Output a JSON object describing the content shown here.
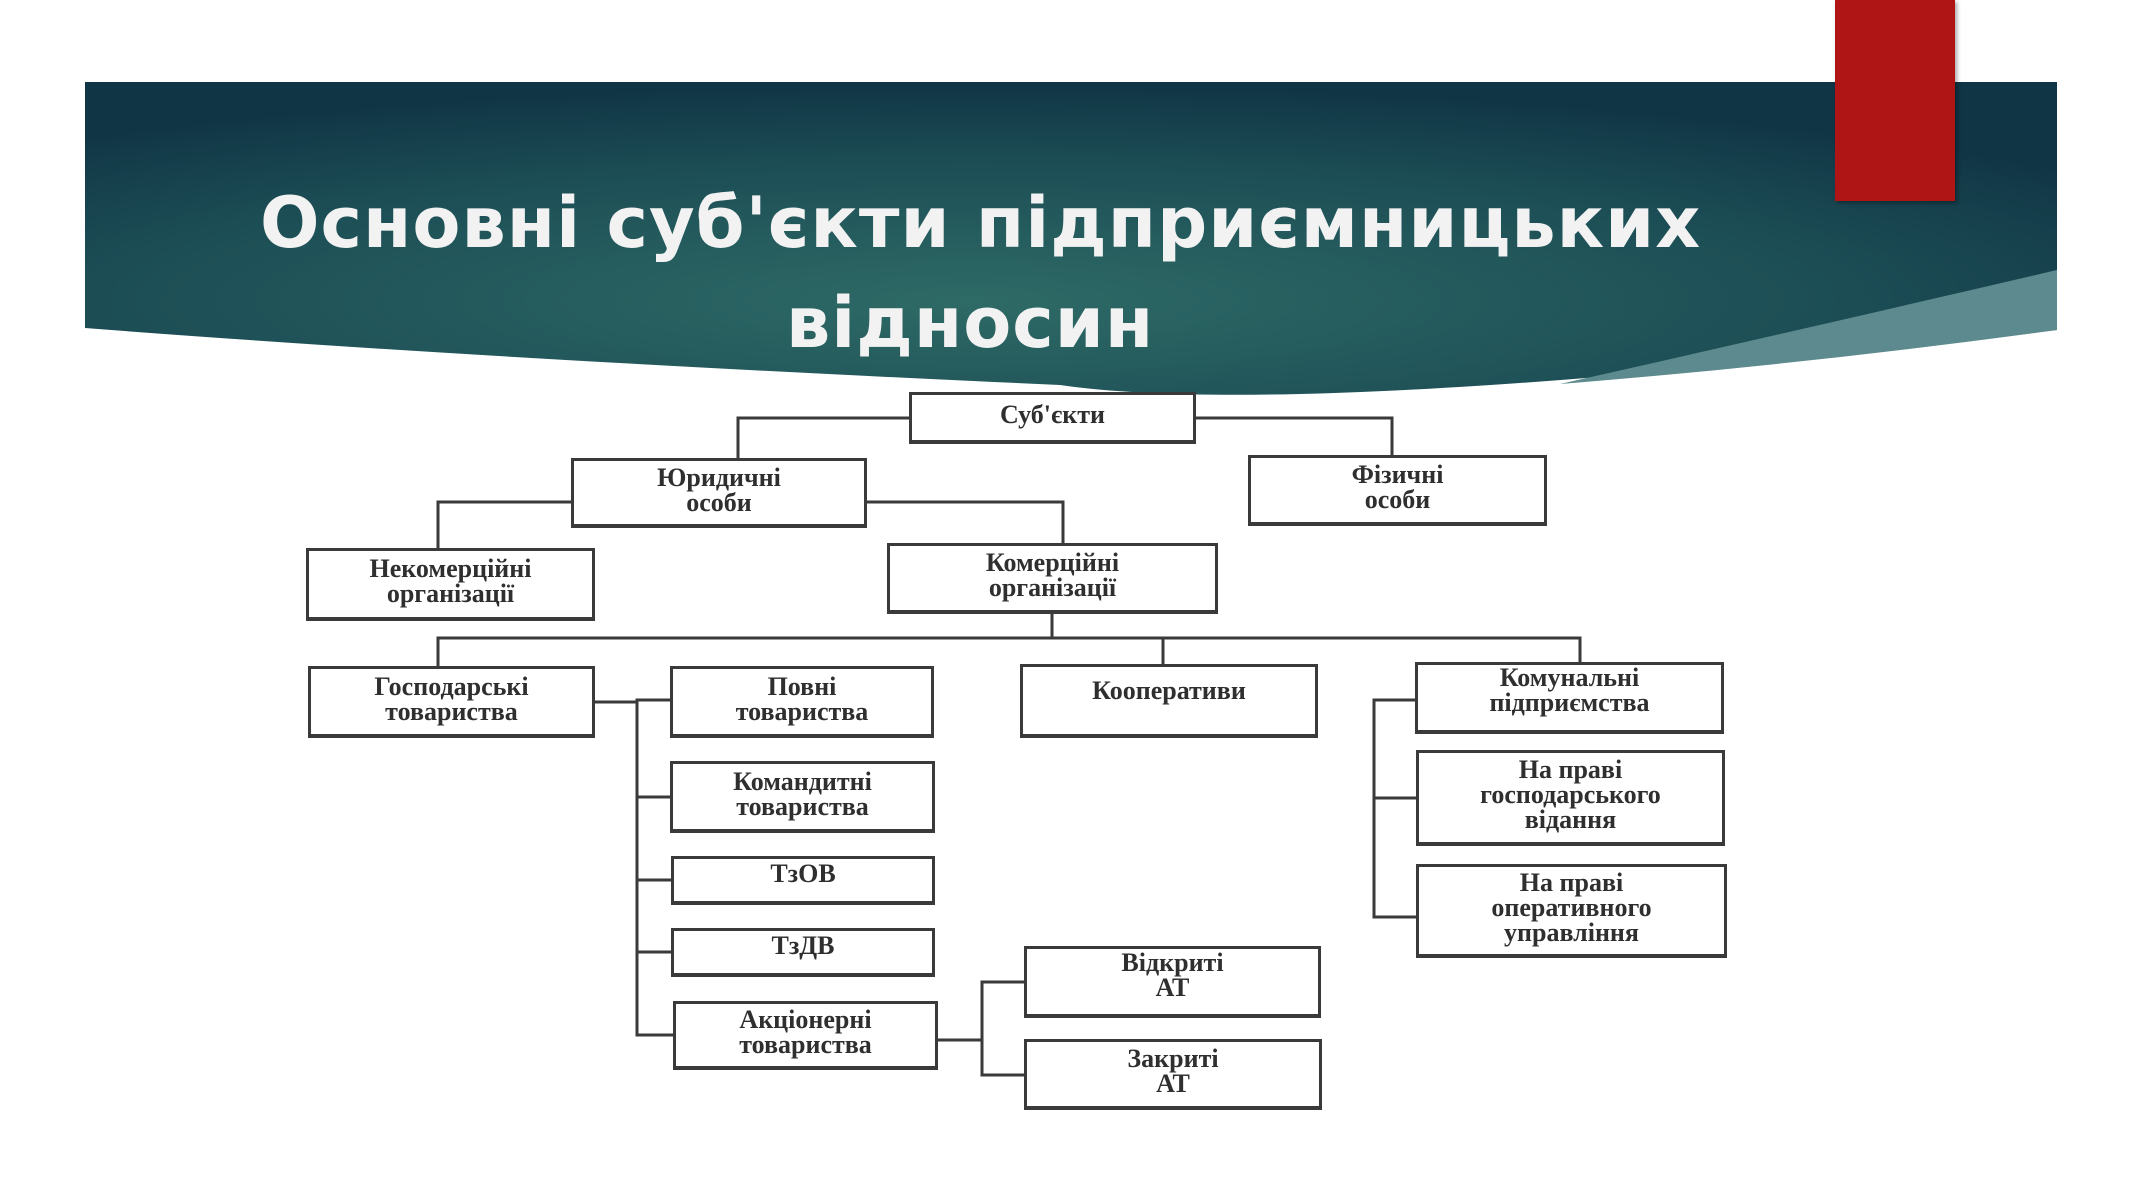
{
  "slide": {
    "title_line1": "Основні суб'єкти підприємницьких",
    "title_line2": "відносин",
    "colors": {
      "header_dark": "#123a48",
      "header_mid": "#2e6a66",
      "accent": "#b01515"
    }
  },
  "diagram": {
    "subjects": "Суб'єкти",
    "legal_entities": "Юридичні\nособи",
    "individuals": "Фізичні\nособи",
    "non_commercial": "Некомерційні\nорганізації",
    "commercial": "Комерційні\nорганізації",
    "business_partnerships": "Господарські\nтовариства",
    "cooperatives": "Кооперативи",
    "municipal": "Комунальні\nпідприємства",
    "general_partnerships": "Повні\nтовариства",
    "limited_partnerships": "Командитні\nтовариства",
    "llc": "ТзОВ",
    "alc": "ТзДВ",
    "joint_stock": "Акціонерні\nтовариства",
    "open_jsc": "Відкриті\nАТ",
    "closed_jsc": "Закриті\nАТ",
    "economic_management": "На праві\nгосподарського\nвідання",
    "operational_management": "На праві\nоперативного\nуправління"
  }
}
